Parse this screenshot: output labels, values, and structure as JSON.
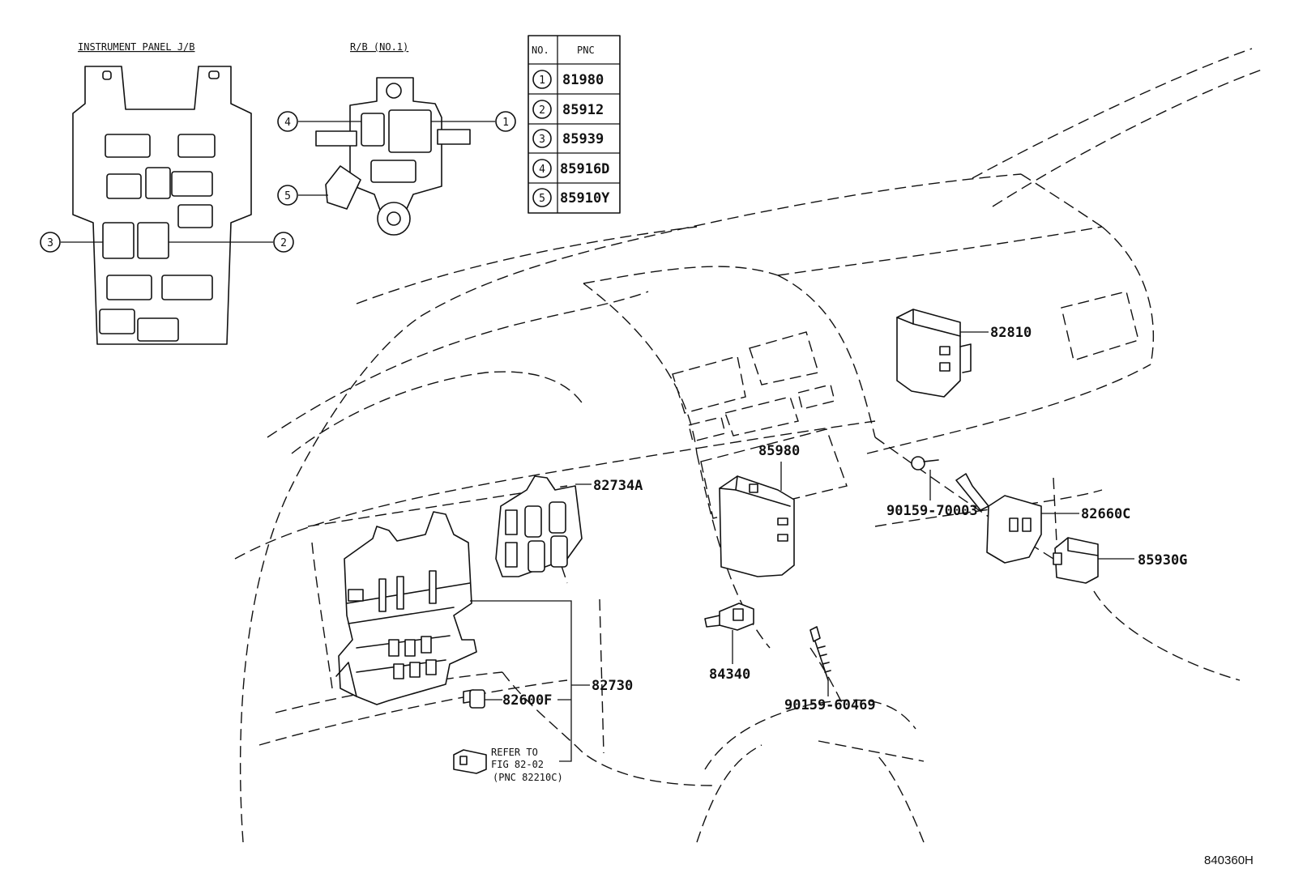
{
  "insets": {
    "instrument_panel_jb": "INSTRUMENT PANEL J/B",
    "rb_no1": "R/B (NO.1)"
  },
  "table": {
    "header_no": "NO.",
    "header_pnc": "PNC",
    "rows": [
      {
        "no": "1",
        "pnc": "81980"
      },
      {
        "no": "2",
        "pnc": "85912"
      },
      {
        "no": "3",
        "pnc": "85939"
      },
      {
        "no": "4",
        "pnc": "85916D"
      },
      {
        "no": "5",
        "pnc": "85910Y"
      }
    ]
  },
  "callouts": {
    "jb_left": "3",
    "jb_right": "2",
    "rb_left_top": "4",
    "rb_right": "1",
    "rb_left_bottom": "5"
  },
  "parts": {
    "p82810": "82810",
    "p85980": "85980",
    "p82734a": "82734A",
    "p90159_70003": "90159-70003",
    "p82660c": "82660C",
    "p85930g": "85930G",
    "p84340": "84340",
    "p82730": "82730",
    "p82600f": "82600F",
    "p90159_60469": "90159-60469"
  },
  "note": {
    "line1": "REFER TO",
    "line2": "FIG 82-02",
    "line3": "(PNC 82210C)"
  },
  "figure_code": "840360H"
}
